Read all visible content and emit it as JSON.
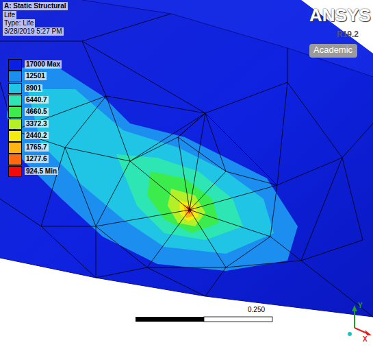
{
  "diagram": {
    "labels": [
      "A: Static Structural",
      "Life",
      "Type: Life",
      "3/28/2019 5:27 PM",
      "ANSYS",
      "R19.2",
      "Academic",
      "0.250",
      "Y",
      "X"
    ],
    "legend": [
      {
        "text": "17000 Max",
        "color": "#0a1ee6"
      },
      {
        "text": "12501",
        "color": "#1c8ef0"
      },
      {
        "text": "8901",
        "color": "#20c4e4"
      },
      {
        "text": "6440.7",
        "color": "#2ee6b4"
      },
      {
        "text": "4660.5",
        "color": "#3cec4c"
      },
      {
        "text": "3372.3",
        "color": "#b4f028"
      },
      {
        "text": "2440.2",
        "color": "#f4ec10"
      },
      {
        "text": "1765.7",
        "color": "#ffb414"
      },
      {
        "text": "1277.6",
        "color": "#ff6a10"
      },
      {
        "text": "924.5 Min",
        "color": "#f00a0a"
      }
    ]
  }
}
